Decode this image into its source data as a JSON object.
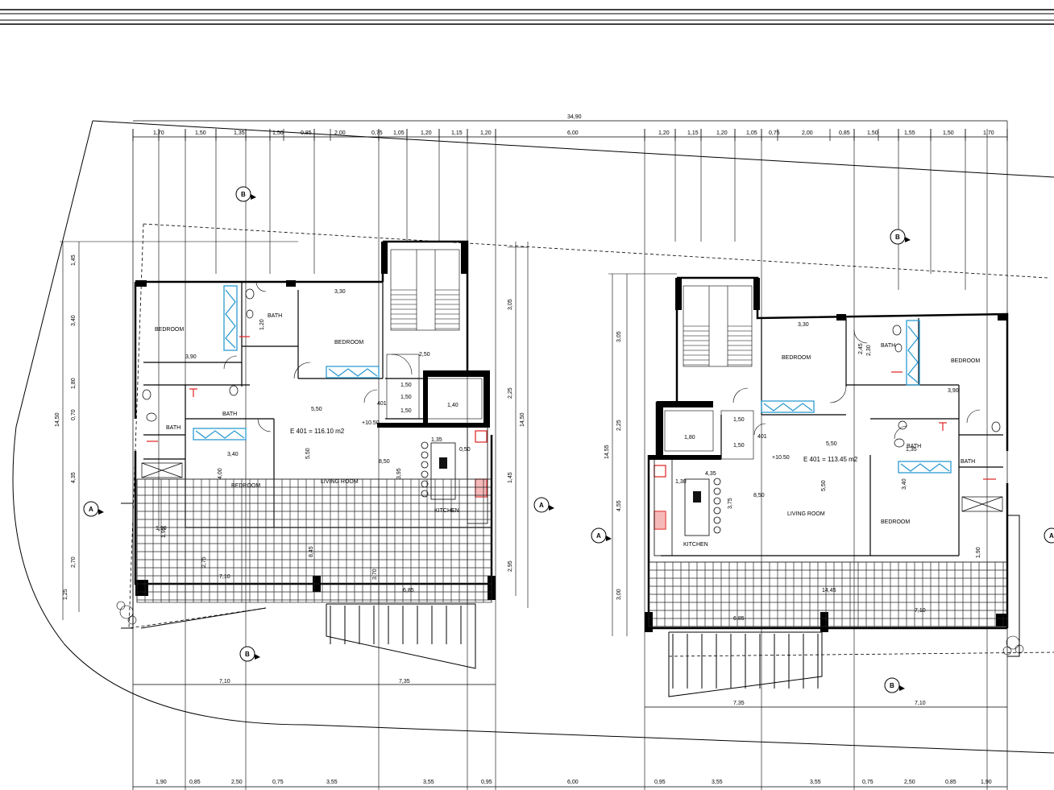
{
  "overall_width": "34,90",
  "top_dims_left": [
    "1,70",
    "1,50",
    "1,35",
    "1,50",
    "0,85",
    "2,00",
    "0,75",
    "1,05",
    "1,20",
    "1,15",
    "1,20"
  ],
  "top_dims_mid": "6,00",
  "top_dims_right": [
    "1,20",
    "1,15",
    "1,20",
    "1,05",
    "0,75",
    "2,00",
    "0,85",
    "1,50",
    "1,55",
    "1,50",
    "1,70"
  ],
  "bottom_dims_left": [
    "1,90",
    "0,85",
    "2,50",
    "0,75",
    "3,55",
    "3,55",
    "0,95"
  ],
  "bottom_dims_mid": "6,00",
  "bottom_dims_right": [
    "0,95",
    "3,55",
    "3,55",
    "0,75",
    "2,50",
    "0,85",
    "1,90"
  ],
  "lower_dims": {
    "left_a": "7,10",
    "left_b": "7,35",
    "right_a": "7,35",
    "right_b": "7,10"
  },
  "left_unit": {
    "area_label": "E 401 = 116.10 m2",
    "elevation": "+10.50",
    "rooms": {
      "bedroom_nw": "BEDROOM",
      "bath_n": "BATH",
      "bedroom_n": "BEDROOM",
      "bath_w": "BATH",
      "bath_small": "BATH",
      "bedroom_sw": "BEDROOM",
      "living": "LIVING ROOM",
      "kitchen": "KITCHEN",
      "lift": "401"
    },
    "side_dims": [
      "1,45",
      "3,40",
      "1,80",
      "0,70",
      "4,35",
      "2,70",
      "1,25",
      "14,50"
    ],
    "right_dims": [
      "3,05",
      "2,25",
      "14,50",
      "1,45",
      "2,95"
    ],
    "inner_dims": [
      "3,30",
      "3,90",
      "1,20",
      "5,50",
      "8,50",
      "3,40",
      "4,00",
      "5,50",
      "3,95",
      "1,50",
      "1,50",
      "1,50",
      "1,40",
      "6,85",
      "7,10",
      "3,70",
      "8,45",
      "1,90",
      "1,95",
      "2,75",
      "2,50",
      "1,35",
      "0,50"
    ]
  },
  "right_unit": {
    "area_label": "E 401 = 113.45 m2",
    "elevation": "+10.50",
    "rooms": {
      "bedroom_n": "BEDROOM",
      "bath_n": "BATH",
      "bedroom_ne": "BEDROOM",
      "bath_e": "BATH",
      "bath_small": "BATH",
      "bedroom_se": "BEDROOM",
      "living": "LIVING ROOM",
      "kitchen": "KITCHEN",
      "lift": "401"
    },
    "side_dims": [
      "3,05",
      "2,25",
      "14,55",
      "4,55",
      "3,00"
    ],
    "inner_dims": [
      "3,30",
      "3,90",
      "1,30",
      "5,50",
      "8,50",
      "3,40",
      "5,50",
      "3,75",
      "1,50",
      "1,50",
      "1,80",
      "6,85",
      "7,10",
      "14,45",
      "1,90",
      "2,30",
      "2,45",
      "4,35",
      "1,35"
    ]
  },
  "section_markers": [
    "A",
    "A",
    "B",
    "B",
    "A",
    "A",
    "B",
    "B"
  ],
  "colors": {
    "line": "#000000",
    "wardrobe": "#2d9bd1",
    "sanitary": "#e02020",
    "tile": "#222222"
  }
}
